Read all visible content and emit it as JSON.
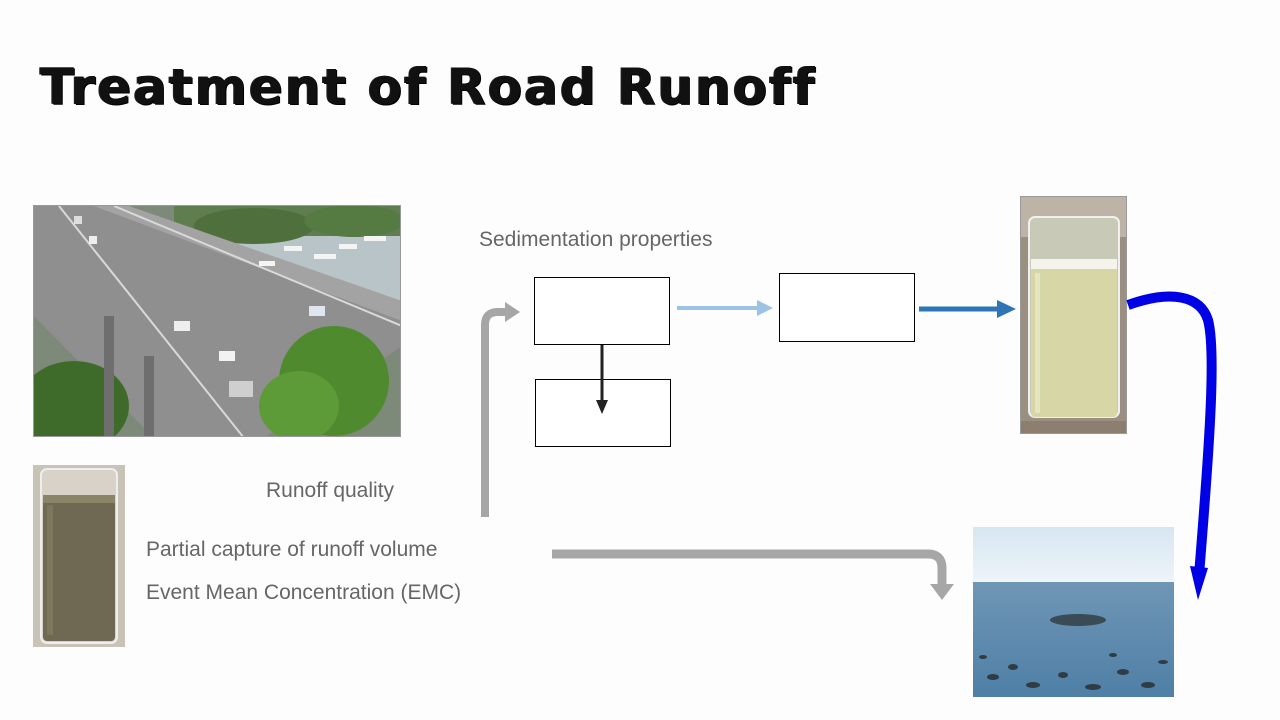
{
  "slide": {
    "title": "Treatment of Road Runoff"
  },
  "labels": {
    "sedimentation": "Sedimentation properties",
    "runoff_quality": "Runoff quality",
    "partial_capture": "Partial capture of runoff volume",
    "emc": "Event Mean Concentration (EMC)"
  },
  "photos": {
    "highway": "highway-bridge-photo",
    "turbid_beaker": "turbid-runoff-beaker-photo",
    "clear_beaker": "clarified-water-beaker-photo",
    "sea": "sea-shore-photo"
  },
  "colors": {
    "gray_arrow": "#a6a6a6",
    "light_blue_arrow": "#9cc3e6",
    "blue_arrow": "#2e75b6",
    "curved_arrow": "#0000e6"
  }
}
